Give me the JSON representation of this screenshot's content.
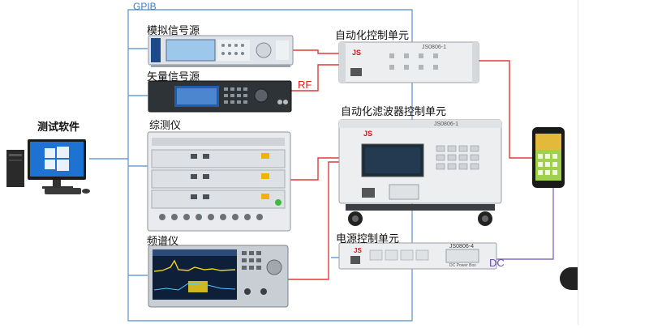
{
  "labels": {
    "gpib": "GPIB",
    "test_software": "测试软件",
    "analog_sg": "模拟信号源",
    "vector_sg": "矢量信号源",
    "tester": "综测仪",
    "spectrum": "频谱仪",
    "auto_ctrl": "自动化控制单元",
    "filter_ctrl": "自动化滤波器控制单元",
    "power_ctrl": "电源控制单元",
    "rf": "RF",
    "dc": "DC"
  },
  "device_text": {
    "power_unit_model": "JS0806-4",
    "power_unit_sub": "DC Power Box",
    "filter_unit_model": "JS0806-1",
    "auto_unit_model": "JS0806-1"
  },
  "colors": {
    "gpib_line": "#6f9fd0",
    "rf_line": "#e03a3a",
    "dc_line": "#8a6fc4",
    "rf_text": "#e02020",
    "dc_text": "#6a4fb0",
    "gpib_text": "#3d7fc4"
  }
}
